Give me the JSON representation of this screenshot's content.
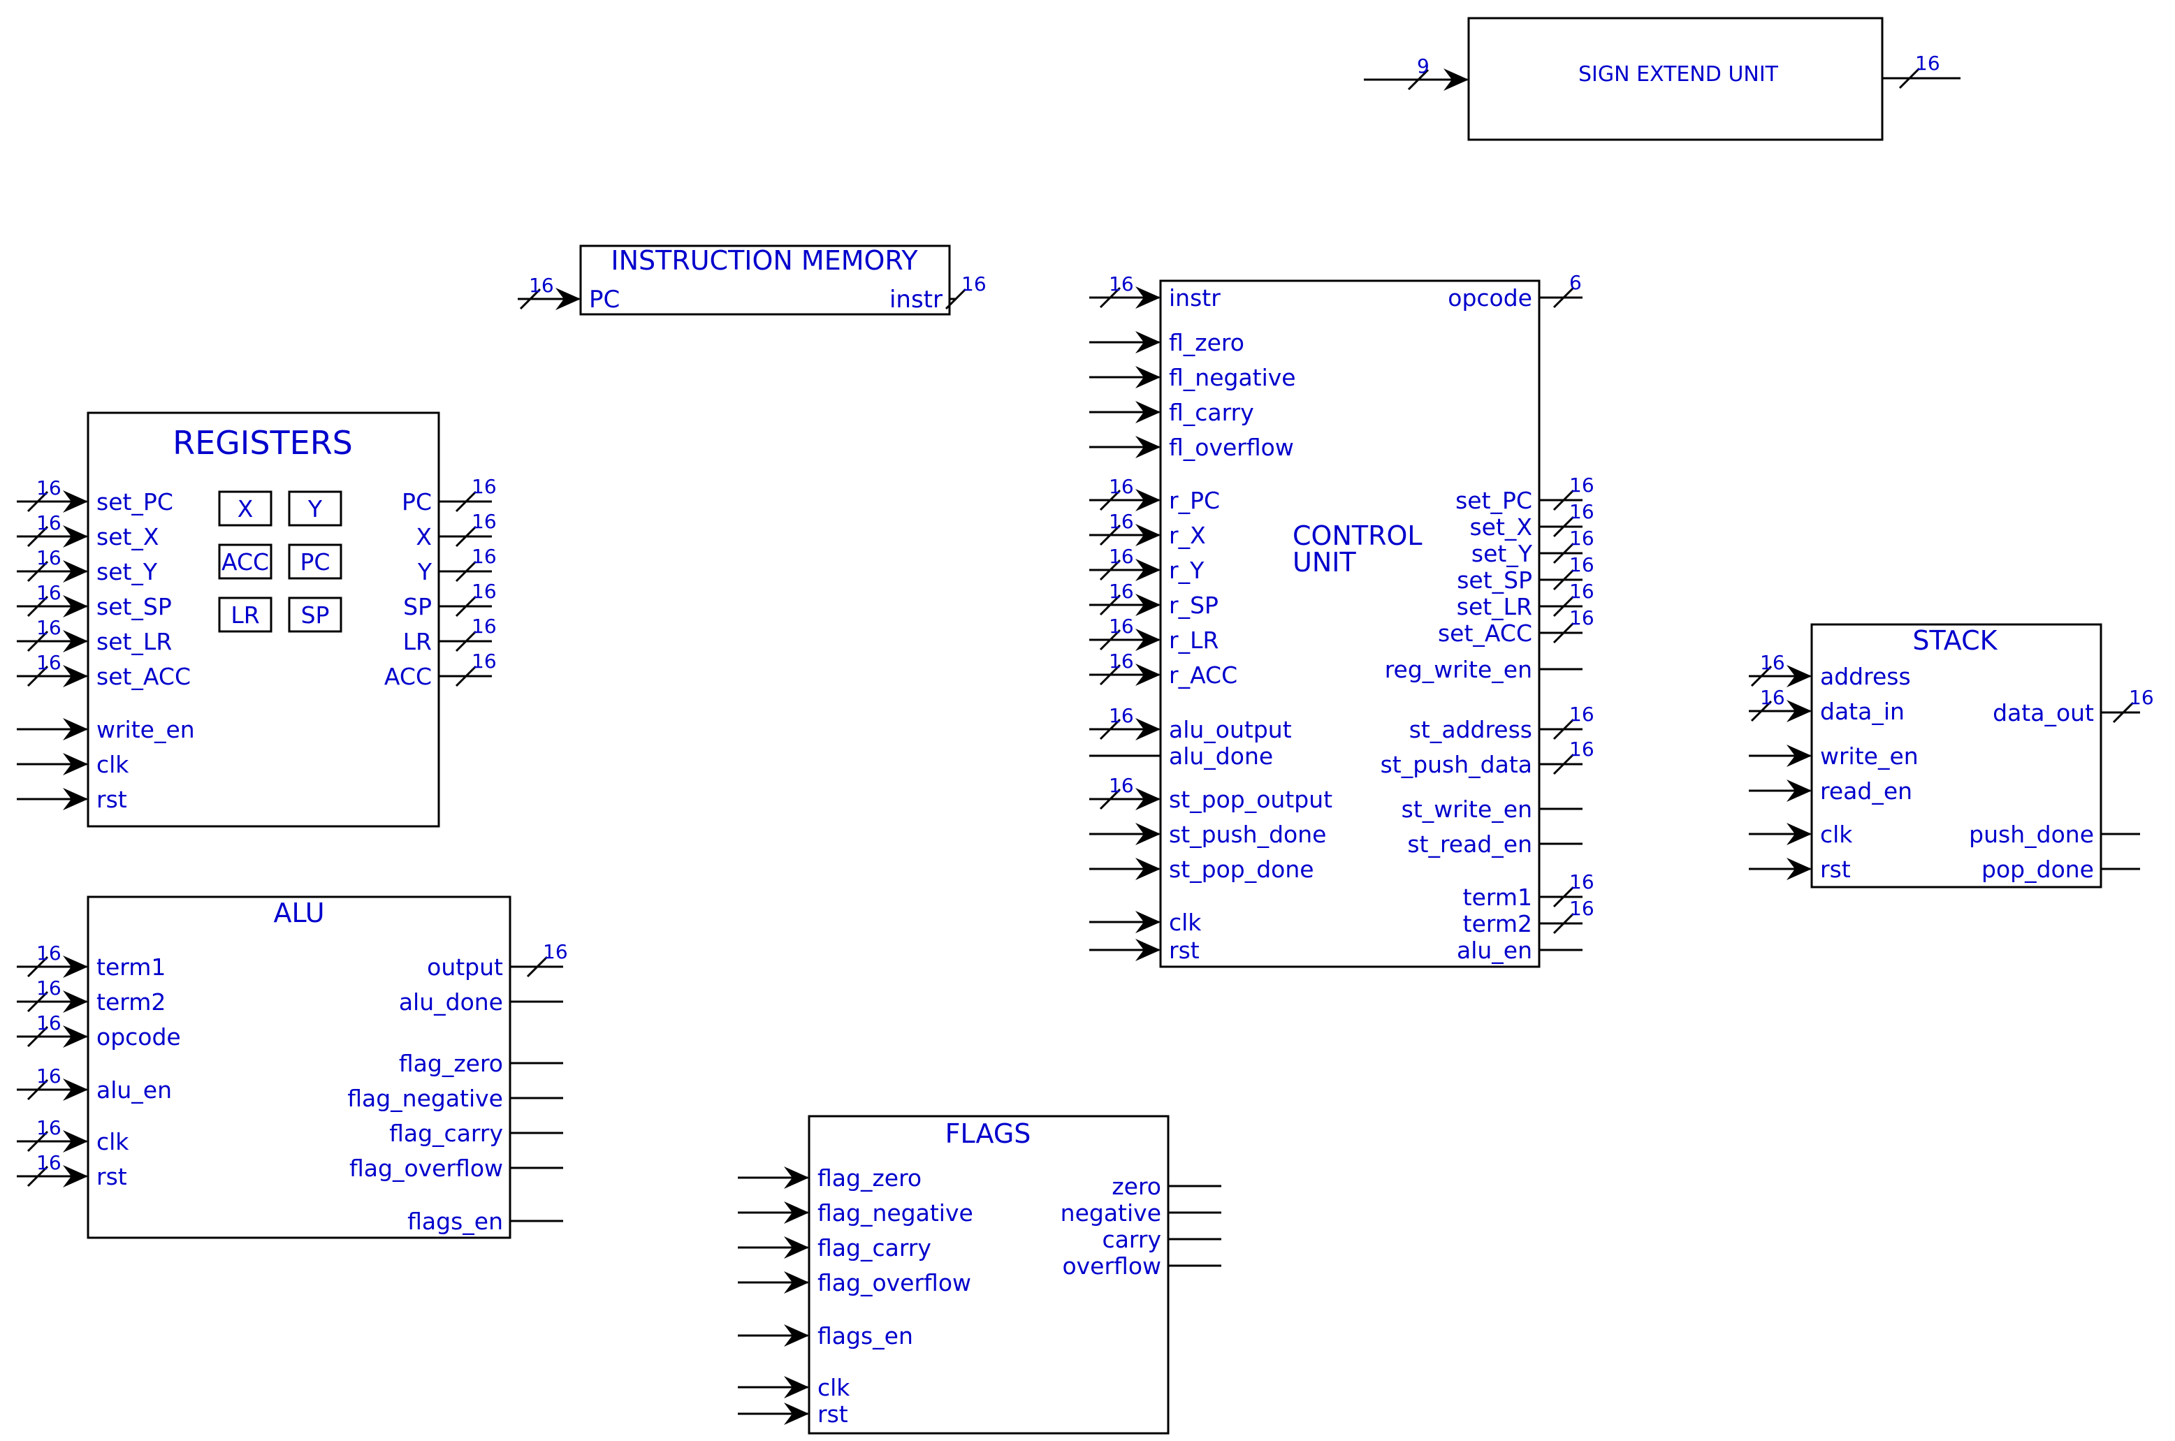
{
  "colors": {
    "text": "#0000cc",
    "line": "#000000",
    "background": "#ffffff"
  },
  "blocks": [
    {
      "id": "sign-extend",
      "title": "SIGN EXTEND UNIT",
      "inputs": [
        {
          "label": "",
          "width": "9",
          "arrow": true
        }
      ],
      "outputs": [
        {
          "label": "",
          "width": "16"
        }
      ]
    },
    {
      "id": "instruction-memory",
      "title": "INSTRUCTION MEMORY",
      "inputs": [
        {
          "label": "PC",
          "width": "16",
          "arrow": true
        }
      ],
      "outputs": [
        {
          "label": "instr",
          "width": "16"
        }
      ]
    },
    {
      "id": "registers",
      "title": "REGISTERS",
      "inputs": [
        {
          "label": "set_PC",
          "width": "16",
          "arrow": true
        },
        {
          "label": "set_X",
          "width": "16",
          "arrow": true
        },
        {
          "label": "set_Y",
          "width": "16",
          "arrow": true
        },
        {
          "label": "set_SP",
          "width": "16",
          "arrow": true
        },
        {
          "label": "set_LR",
          "width": "16",
          "arrow": true
        },
        {
          "label": "set_ACC",
          "width": "16",
          "arrow": true
        },
        {
          "label": "write_en",
          "width": "",
          "arrow": true
        },
        {
          "label": "clk",
          "width": "",
          "arrow": true
        },
        {
          "label": "rst",
          "width": "",
          "arrow": true
        }
      ],
      "outputs": [
        {
          "label": "PC",
          "width": "16"
        },
        {
          "label": "X",
          "width": "16"
        },
        {
          "label": "Y",
          "width": "16"
        },
        {
          "label": "SP",
          "width": "16"
        },
        {
          "label": "LR",
          "width": "16"
        },
        {
          "label": "ACC",
          "width": "16"
        }
      ],
      "cells": [
        "X",
        "Y",
        "ACC",
        "PC",
        "LR",
        "SP"
      ]
    },
    {
      "id": "alu",
      "title": "ALU",
      "inputs": [
        {
          "label": "term1",
          "width": "16",
          "arrow": true
        },
        {
          "label": "term2",
          "width": "16",
          "arrow": true
        },
        {
          "label": "opcode",
          "width": "16",
          "arrow": true
        },
        {
          "label": "alu_en",
          "width": "16",
          "arrow": true
        },
        {
          "label": "clk",
          "width": "16",
          "arrow": true
        },
        {
          "label": "rst",
          "width": "16",
          "arrow": true
        }
      ],
      "outputs": [
        {
          "label": "output",
          "width": "16"
        },
        {
          "label": "alu_done",
          "width": ""
        },
        {
          "label": "flag_zero",
          "width": ""
        },
        {
          "label": "flag_negative",
          "width": ""
        },
        {
          "label": "flag_carry",
          "width": ""
        },
        {
          "label": "flag_overflow",
          "width": ""
        },
        {
          "label": "flags_en",
          "width": ""
        }
      ]
    },
    {
      "id": "flags",
      "title": "FLAGS",
      "inputs": [
        {
          "label": "flag_zero",
          "width": "",
          "arrow": true
        },
        {
          "label": "flag_negative",
          "width": "",
          "arrow": true
        },
        {
          "label": "flag_carry",
          "width": "",
          "arrow": true
        },
        {
          "label": "flag_overflow",
          "width": "",
          "arrow": true
        },
        {
          "label": "flags_en",
          "width": "",
          "arrow": true
        },
        {
          "label": "clk",
          "width": "",
          "arrow": true
        },
        {
          "label": "rst",
          "width": "",
          "arrow": true
        }
      ],
      "outputs": [
        {
          "label": "zero",
          "width": ""
        },
        {
          "label": "negative",
          "width": ""
        },
        {
          "label": "carry",
          "width": ""
        },
        {
          "label": "overflow",
          "width": ""
        }
      ]
    },
    {
      "id": "control-unit",
      "title": "CONTROL UNIT",
      "inputs": [
        {
          "label": "instr",
          "width": "16",
          "arrow": true
        },
        {
          "label": "fl_zero",
          "width": "",
          "arrow": true
        },
        {
          "label": "fl_negative",
          "width": "",
          "arrow": true
        },
        {
          "label": "fl_carry",
          "width": "",
          "arrow": true
        },
        {
          "label": "fl_overflow",
          "width": "",
          "arrow": true
        },
        {
          "label": "r_PC",
          "width": "16",
          "arrow": true
        },
        {
          "label": "r_X",
          "width": "16",
          "arrow": true
        },
        {
          "label": "r_Y",
          "width": "16",
          "arrow": true
        },
        {
          "label": "r_SP",
          "width": "16",
          "arrow": true
        },
        {
          "label": "r_LR",
          "width": "16",
          "arrow": true
        },
        {
          "label": "r_ACC",
          "width": "16",
          "arrow": true
        },
        {
          "label": "alu_output",
          "width": "16",
          "arrow": true
        },
        {
          "label": "alu_done",
          "width": "",
          "arrow": false
        },
        {
          "label": "st_pop_output",
          "width": "16",
          "arrow": true
        },
        {
          "label": "st_push_done",
          "width": "",
          "arrow": true
        },
        {
          "label": "st_pop_done",
          "width": "",
          "arrow": true
        },
        {
          "label": "clk",
          "width": "",
          "arrow": true
        },
        {
          "label": "rst",
          "width": "",
          "arrow": true
        }
      ],
      "outputs": [
        {
          "label": "opcode",
          "width": "6"
        },
        {
          "label": "set_PC",
          "width": "16"
        },
        {
          "label": "set_X",
          "width": "16"
        },
        {
          "label": "set_Y",
          "width": "16"
        },
        {
          "label": "set_SP",
          "width": "16"
        },
        {
          "label": "set_LR",
          "width": "16"
        },
        {
          "label": "set_ACC",
          "width": "16"
        },
        {
          "label": "reg_write_en",
          "width": ""
        },
        {
          "label": "st_address",
          "width": "16"
        },
        {
          "label": "st_push_data",
          "width": "16"
        },
        {
          "label": "st_write_en",
          "width": ""
        },
        {
          "label": "st_read_en",
          "width": ""
        },
        {
          "label": "term1",
          "width": "16"
        },
        {
          "label": "term2",
          "width": "16"
        },
        {
          "label": "alu_en",
          "width": ""
        }
      ]
    },
    {
      "id": "stack",
      "title": "STACK",
      "inputs": [
        {
          "label": "address",
          "width": "16",
          "arrow": true
        },
        {
          "label": "data_in",
          "width": "16",
          "arrow": true
        },
        {
          "label": "write_en",
          "width": "",
          "arrow": true
        },
        {
          "label": "read_en",
          "width": "",
          "arrow": true
        },
        {
          "label": "clk",
          "width": "",
          "arrow": true
        },
        {
          "label": "rst",
          "width": "",
          "arrow": true
        }
      ],
      "outputs": [
        {
          "label": "data_out",
          "width": "16"
        },
        {
          "label": "push_done",
          "width": ""
        },
        {
          "label": "pop_done",
          "width": ""
        }
      ]
    }
  ]
}
